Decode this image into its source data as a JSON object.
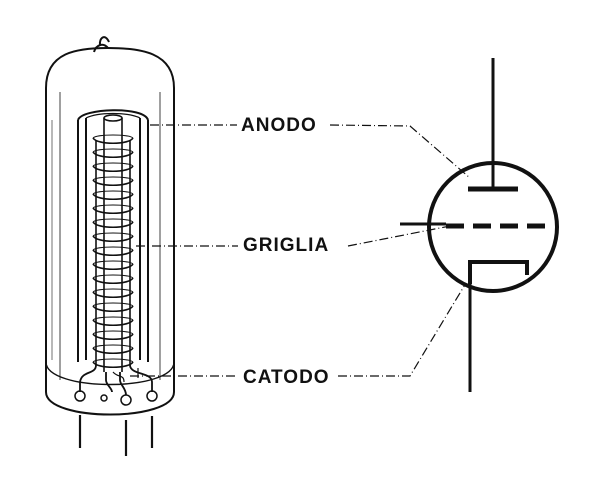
{
  "labels": {
    "anode": "ANODO",
    "grid": "GRIGLIA",
    "cathode": "CATODO"
  },
  "colors": {
    "ink": "#111111",
    "background": "#ffffff"
  }
}
